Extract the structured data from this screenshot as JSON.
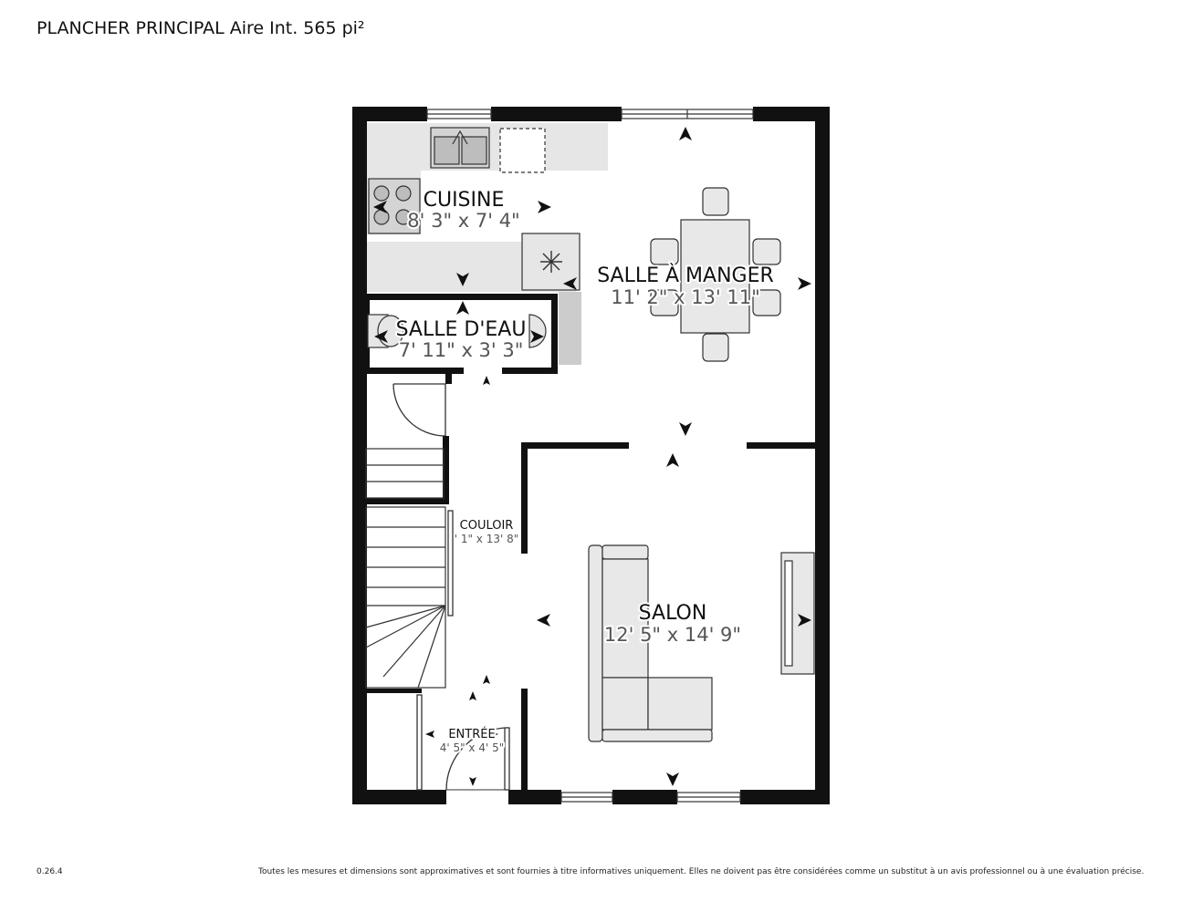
{
  "header": {
    "title": "PLANCHER PRINCIPAL Aire Int. 565 pi²"
  },
  "rooms": [
    {
      "id": "cuisine",
      "name": "CUISINE",
      "dimensions": "8' 3\" x 7' 4\""
    },
    {
      "id": "salle-a-manger",
      "name": "SALLE À MANGER",
      "dimensions": "11' 2\" x 13' 11\""
    },
    {
      "id": "salle-d-eau",
      "name": "SALLE D'EAU",
      "dimensions": "7' 11\" x 3' 3\""
    },
    {
      "id": "couloir",
      "name": "COULOIR",
      "dimensions": "' 1\" x 13' 8\""
    },
    {
      "id": "salon",
      "name": "SALON",
      "dimensions": "12' 5\" x 14' 9\""
    },
    {
      "id": "entree",
      "name": "ENTRÉE",
      "dimensions": "4' 5\" x 4' 5\""
    }
  ],
  "footer": {
    "version": "0.26.4",
    "disclaimer": "Toutes les mesures et dimensions sont approximatives et sont fournies à titre informatives uniquement. Elles ne doivent pas être considérées comme un substitut à un avis professionnel ou à une évaluation précise."
  },
  "colors": {
    "wall": "#111111",
    "counter": "#e6e6e6",
    "appliance": "#d4d4d4",
    "furniture": "#e8e8e8",
    "outline": "#333333"
  }
}
